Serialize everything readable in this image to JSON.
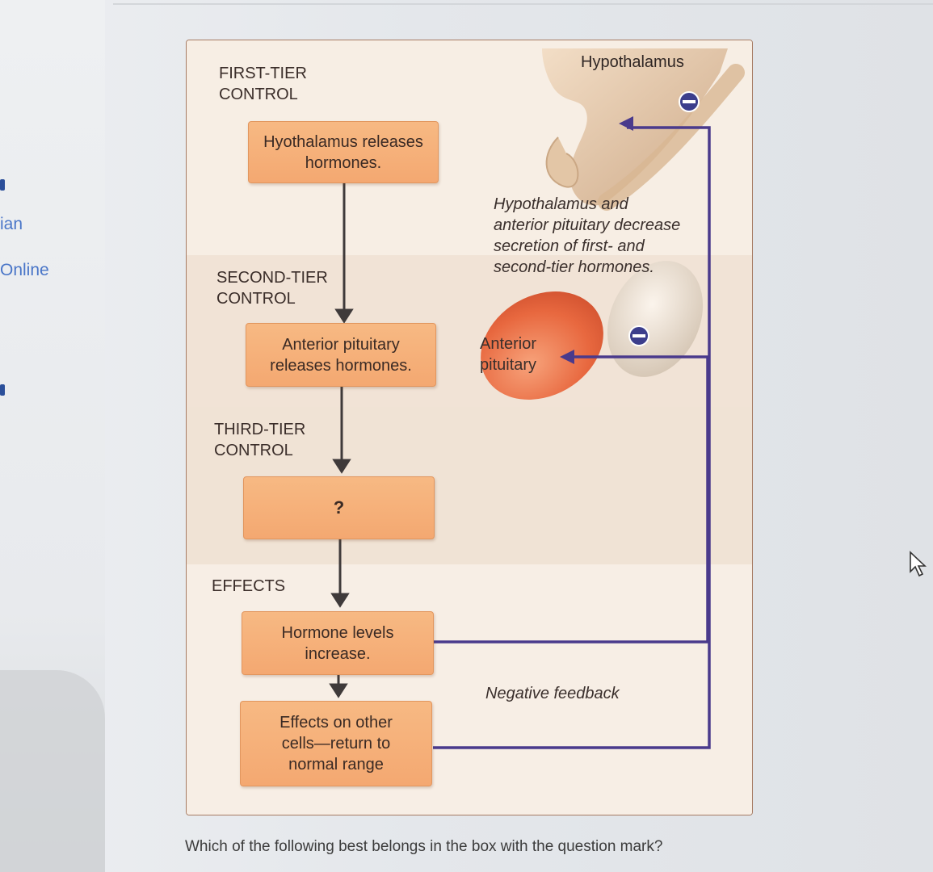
{
  "sidebar": {
    "items": [
      "ian",
      "Online"
    ]
  },
  "figure": {
    "tiers": {
      "first": "FIRST-TIER\nCONTROL",
      "second": "SECOND-TIER\nCONTROL",
      "third": "THIRD-TIER\nCONTROL",
      "effects": "EFFECTS"
    },
    "boxes": {
      "hypothalamus_releases": "Hyothalamus releases\nhormones.",
      "pituitary_releases": "Anterior pituitary\nreleases hormones.",
      "unknown": "?",
      "hormone_levels": "Hormone levels\nincrease.",
      "effects_other_cells": "Effects on other\ncells—return to\nnormal range"
    },
    "labels": {
      "hypothalamus": "Hypothalamus",
      "anterior_pituitary": "Anterior\npituitary",
      "decrease_note": "Hypothalamus and\nanterior pituitary decrease\nsecretion of first- and\nsecond-tier hormones.",
      "negative_feedback": "Negative feedback"
    },
    "colors": {
      "box_fill": "#f4a871",
      "feedback_line": "#4a3a8c",
      "inhibit_badge": "#3c3e8c",
      "arrow": "#3f3a3a"
    }
  },
  "question": {
    "text": "Which of the following best belongs in the box with the question mark?"
  }
}
